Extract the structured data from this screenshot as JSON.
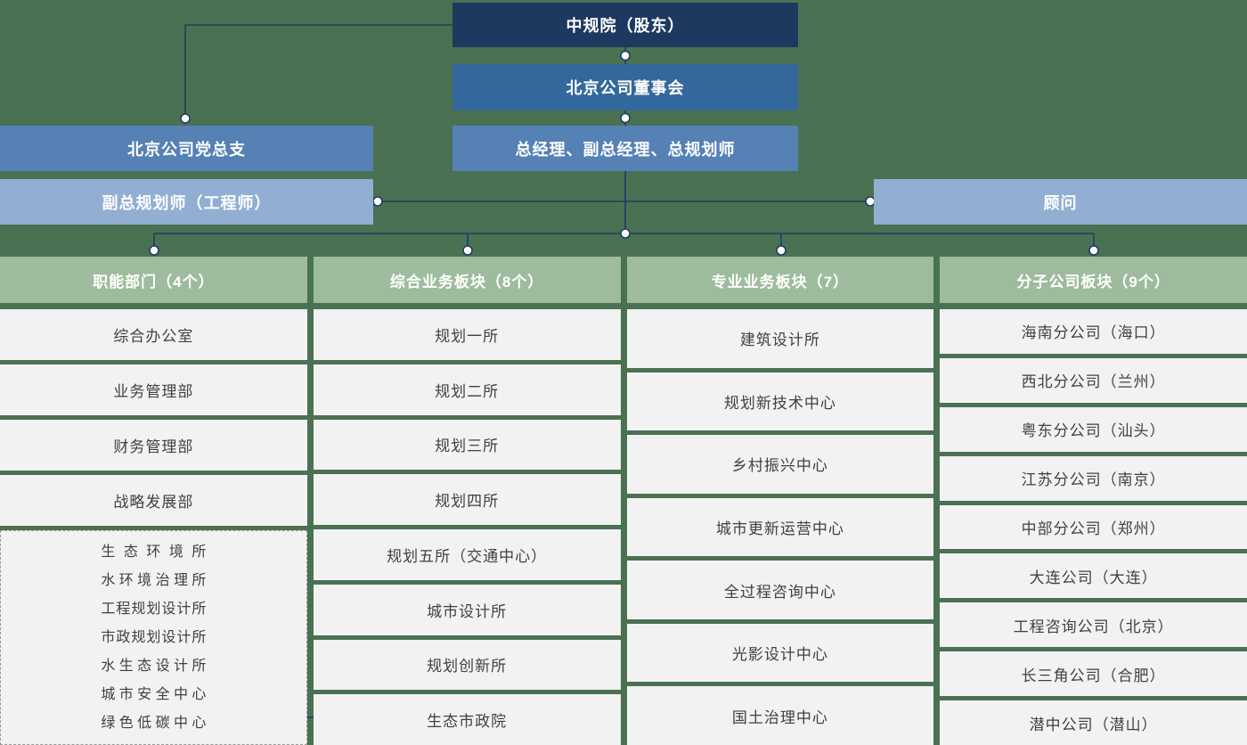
{
  "org": {
    "top": {
      "shareholder": "中规院（股东）",
      "board": "北京公司董事会",
      "management": "总经理、副总经理、总规划师",
      "party": "北京公司党总支",
      "deputy_planner": "副总规划师（工程师）",
      "advisor": "顾问"
    },
    "columns": [
      {
        "header": "职能部门（4个）",
        "items": [
          "综合办公室",
          "业务管理部",
          "财务管理部",
          "战略发展部"
        ],
        "dashed_items": [
          "生态环境所",
          "水环境治理所",
          "工程规划设计所",
          "市政规划设计所",
          "水生态设计所",
          "城市安全中心",
          "绿色低碳中心"
        ]
      },
      {
        "header": "综合业务板块（8个）",
        "items": [
          "规划一所",
          "规划二所",
          "规划三所",
          "规划四所",
          "规划五所（交通中心）",
          "城市设计所",
          "规划创新所",
          "生态市政院"
        ]
      },
      {
        "header": "专业业务板块（7）",
        "items": [
          "建筑设计所",
          "规划新技术中心",
          "乡村振兴中心",
          "城市更新运营中心",
          "全过程咨询中心",
          "光影设计中心",
          "国土治理中心"
        ]
      },
      {
        "header": "分子公司板块（9个）",
        "items": [
          "海南分公司（海口）",
          "西北分公司（兰州）",
          "粤东分公司（汕头）",
          "江苏分公司（南京）",
          "中部分公司（郑州）",
          "大连公司（大连）",
          "工程咨询公司（北京）",
          "长三角公司（合肥）",
          "潜中公司（潜山）"
        ]
      }
    ],
    "colors": {
      "background": "#4a7152",
      "level1_box": "#1c3a60",
      "level2_box": "#34689c",
      "level3_box": "#5581b5",
      "level4_box": "#92aed3",
      "column_header": "#9ebc9d",
      "cell_background": "#f2f2f2",
      "connector_line": "#1f3d66"
    }
  }
}
